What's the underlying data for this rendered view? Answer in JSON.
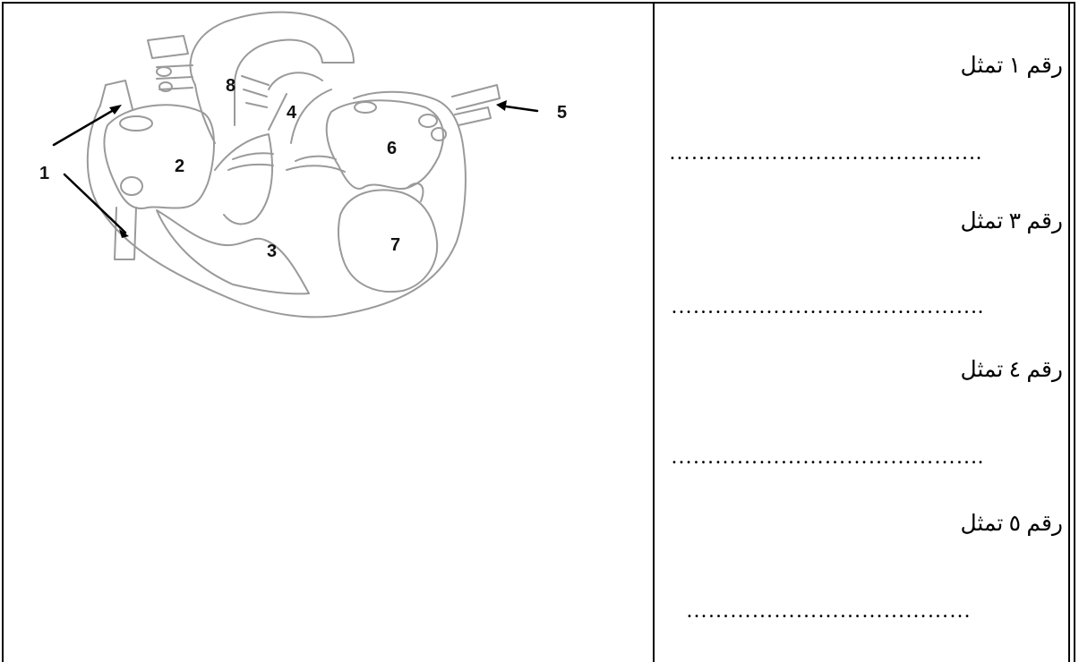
{
  "diagram": {
    "labels": [
      "1",
      "2",
      "3",
      "4",
      "5",
      "6",
      "7",
      "8"
    ]
  },
  "questions": [
    {
      "prompt": "رقم ١ تمثل",
      "answer": "……………………………………."
    },
    {
      "prompt": "رقم ٣ تمثل",
      "answer": "……………………………………."
    },
    {
      "prompt": "رقم ٤ تمثل",
      "answer": "……………………………………."
    },
    {
      "prompt": "رقم ٥ تمثل",
      "answer": "…………………………………"
    }
  ]
}
